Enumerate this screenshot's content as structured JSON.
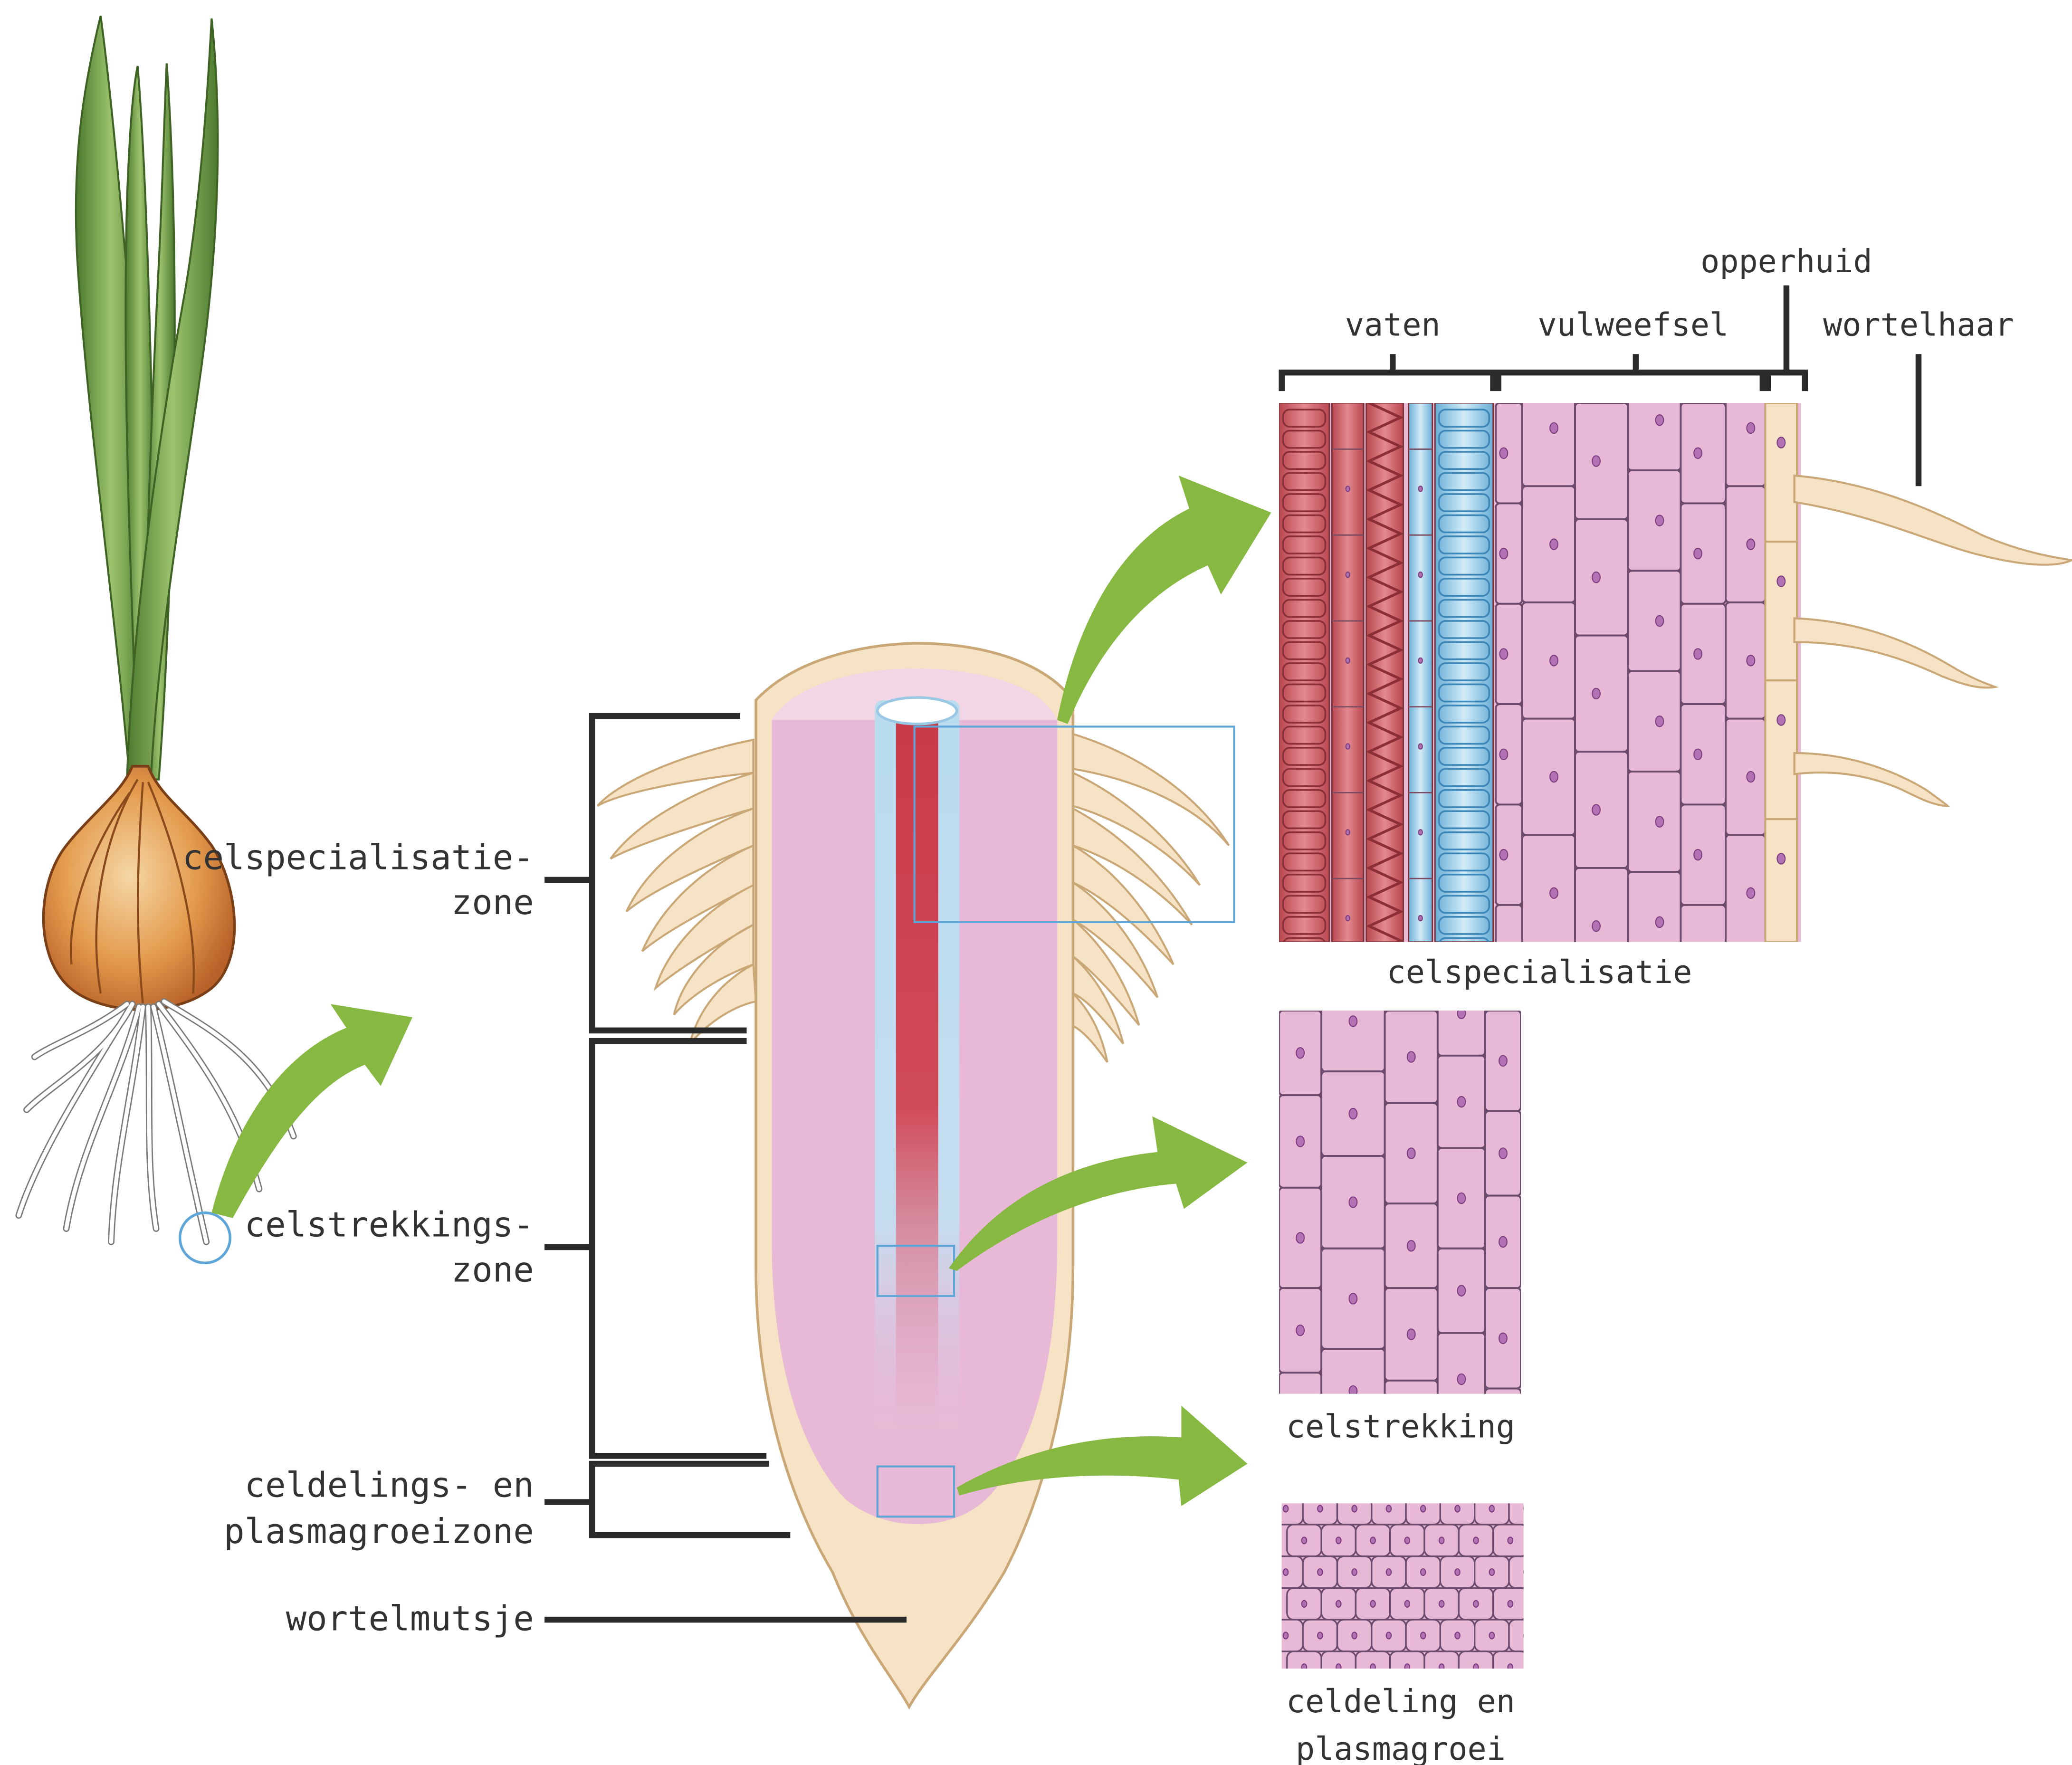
{
  "labels": {
    "zones": {
      "specialization": [
        "celspecialisatie-",
        "zone"
      ],
      "elongation": [
        "celstrekkings-",
        "zone"
      ],
      "division": [
        "celdelings- en",
        "plasmagroeizone"
      ],
      "cap": "wortelmutsje"
    },
    "detail": {
      "vessels": "vaten",
      "ground_tissue": "vulweefsel",
      "epidermis": "opperhuid",
      "root_hair": "wortelhaar",
      "specialization": "celspecialisatie",
      "elongation": "celstrekking",
      "division": [
        "celdeling en",
        "plasmagroei"
      ]
    }
  },
  "colors": {
    "arrow": "#86b842",
    "tissue_pink": "#e8b9d6",
    "cell_wall": "#6b4a6b",
    "root_skin": "#f6e2c4",
    "xylem_red": "#c9424f",
    "phloem_blue": "#b9dcef",
    "highlight_box": "#5fa6d8",
    "onion_orange": "#d88a3a",
    "leaf_green": "#6e9a45"
  }
}
